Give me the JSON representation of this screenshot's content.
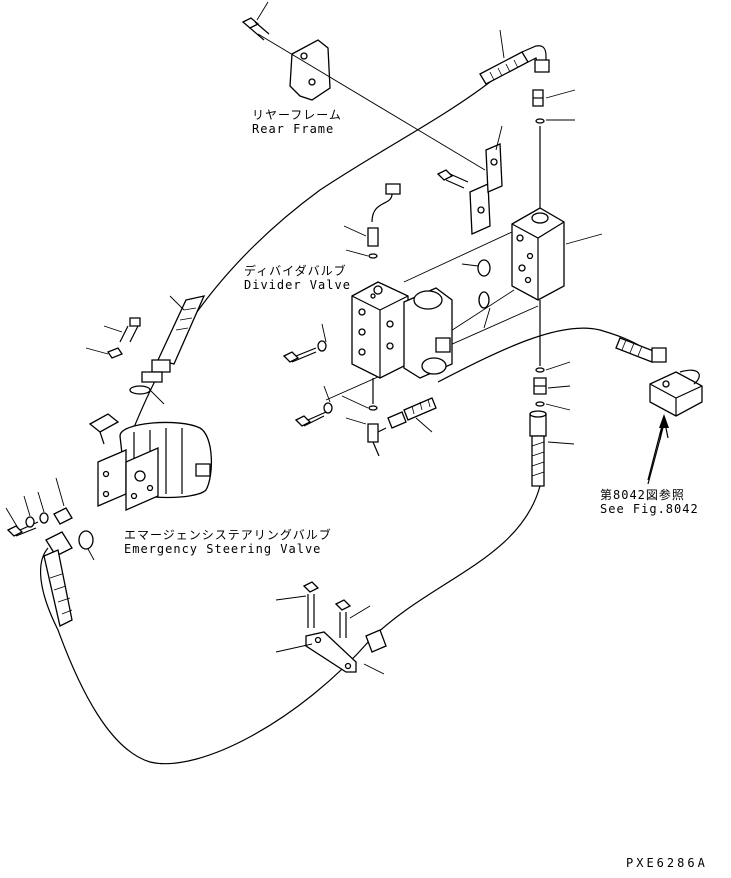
{
  "labels": {
    "rear_frame": {
      "jp": "リヤーフレーム",
      "en": "Rear Frame"
    },
    "divider_valve": {
      "jp": "ディバイダバルブ",
      "en": "Divider Valve"
    },
    "emergency_valve": {
      "jp": "エマージェンシステアリングバルブ",
      "en": "Emergency Steering Valve"
    },
    "see_fig": {
      "jp": "第8042図参照",
      "en": "See Fig.8042"
    },
    "drawing_id": "PXE6286A"
  },
  "colors": {
    "line": "#000000",
    "background": "#ffffff"
  }
}
